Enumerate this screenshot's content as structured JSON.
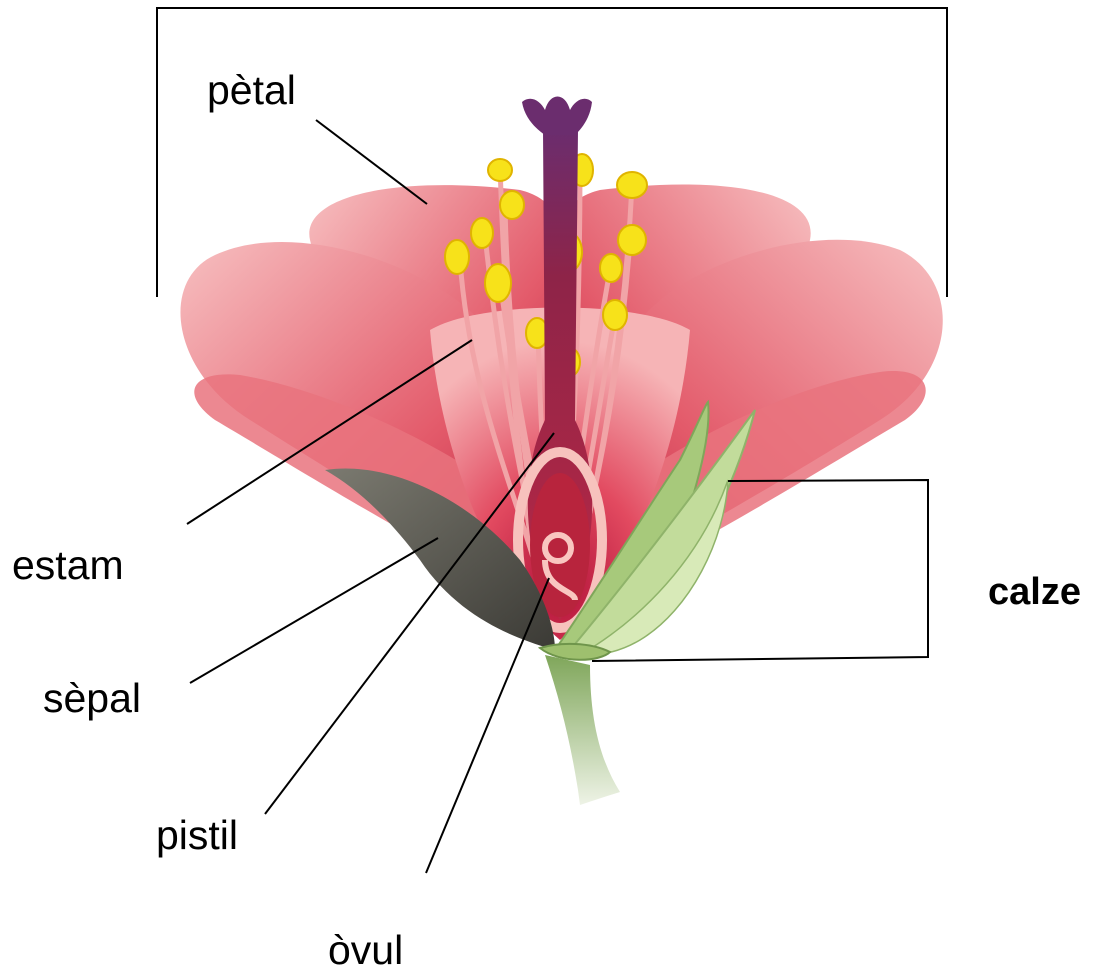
{
  "diagram": {
    "labels": {
      "petal": "pètal",
      "stamen": "estam",
      "sepal": "sèpal",
      "pistil": "pistil",
      "ovule": "òvul",
      "calyx": "calze"
    }
  },
  "colors": {
    "petal_light": "#f4a3a6",
    "petal_mid": "#e45868",
    "petal_dark": "#c01f40",
    "stigma": "#6b2d6e",
    "anther": "#f7e21a",
    "sepal_green": "#a7c97b",
    "sepal_dark": "#4a4a44",
    "stem": "#8fb36a",
    "ovary_inner": "#f7c2bd",
    "lines": "#000000"
  }
}
